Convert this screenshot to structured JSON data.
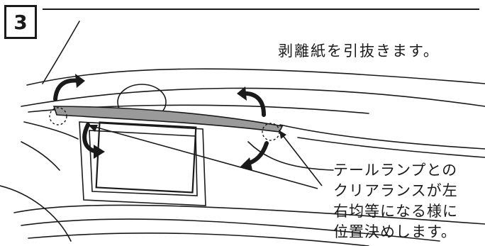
{
  "step": {
    "number": "3"
  },
  "caption": "剥離紙を引抜きます。",
  "note": {
    "lines": [
      "テールランプとの",
      "クリアランスが左",
      "右均等になる様に",
      "位置決めします。"
    ]
  },
  "colors": {
    "ink": "#1a1a1a",
    "strip": "#9a9a9a"
  }
}
